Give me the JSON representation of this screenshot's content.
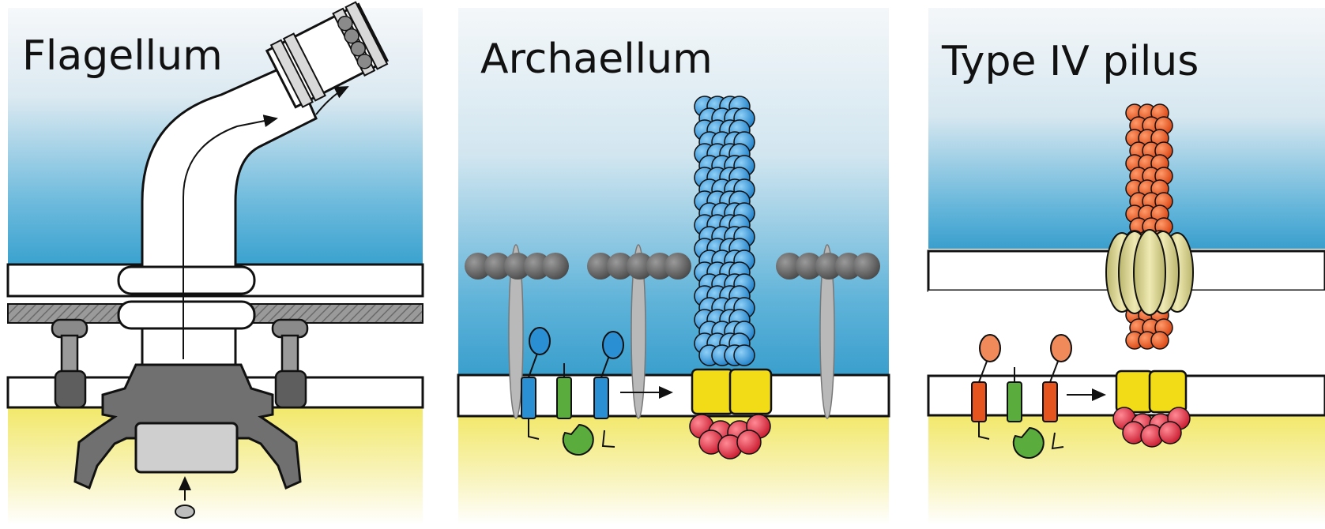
{
  "panels": [
    {
      "title": "Flagellum"
    },
    {
      "title": "Archaellum"
    },
    {
      "title": "Type IV pilus"
    }
  ],
  "colors": {
    "sky_top": "#f3f6f8",
    "sky_blue": "#3aa2cf",
    "cytoplasm_yellow": "#f3ea6e",
    "motor_grey": "#6e6e6e",
    "archaellin_blue": "#2b8fd4",
    "pilin_orange": "#e5541f",
    "secretin_khaki": "#d8d28a",
    "atpase_red": "#d9263a",
    "platform_yellow": "#f2db17",
    "chemoreceptor_green": "#5aac3c",
    "slayer_grey": "#555555"
  },
  "icons": [
    "flagellar-filament-icon",
    "motor-complex-icon",
    "archaellum-filament-icon",
    "s-layer-protein-icon",
    "secretin-ring-icon",
    "pilus-filament-icon",
    "arrow-icon",
    "chemoreceptor-icon"
  ]
}
